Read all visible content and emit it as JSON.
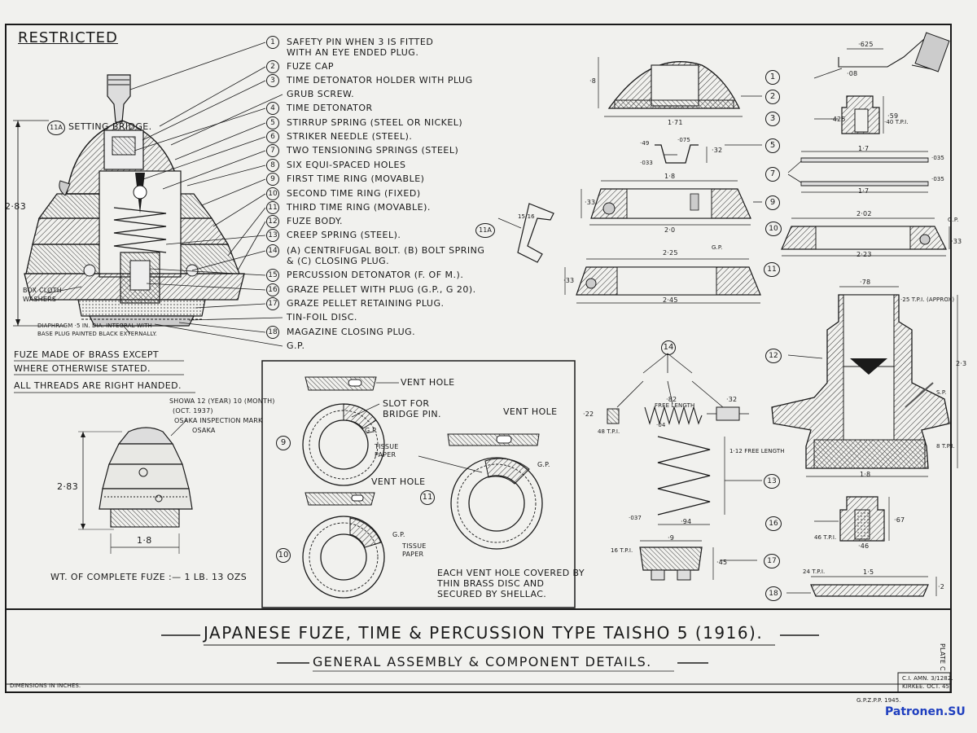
{
  "header": {
    "restricted": "RESTRICTED"
  },
  "legend": [
    {
      "num": "1",
      "label": "SAFETY PIN WHEN 3 IS FITTED",
      "label2": "WITH AN EYE ENDED PLUG."
    },
    {
      "num": "2",
      "label": "FUZE CAP"
    },
    {
      "num": "3",
      "label": "TIME DETONATOR HOLDER WITH PLUG"
    },
    {
      "num": "",
      "label": "GRUB SCREW."
    },
    {
      "num": "4",
      "label": "TIME DETONATOR"
    },
    {
      "num": "5",
      "label": "STIRRUP SPRING (STEEL OR NICKEL)"
    },
    {
      "num": "6",
      "label": "STRIKER NEEDLE (STEEL)."
    },
    {
      "num": "7",
      "label": "TWO TENSIONING SPRINGS (STEEL)"
    },
    {
      "num": "8",
      "label": "SIX EQUI-SPACED HOLES"
    },
    {
      "num": "9",
      "label": "FIRST TIME RING (MOVABLE)"
    },
    {
      "num": "10",
      "label": "SECOND TIME RING (FIXED)"
    },
    {
      "num": "11",
      "label": "THIRD TIME RING (MOVABLE)."
    },
    {
      "num": "12",
      "label": "FUZE BODY."
    },
    {
      "num": "13",
      "label": "CREEP SPRING (STEEL)."
    },
    {
      "num": "14",
      "label": "(A) CENTRIFUGAL BOLT. (B) BOLT SPRING",
      "label2": "& (C) CLOSING PLUG."
    },
    {
      "num": "15",
      "label": "PERCUSSION DETONATOR (F. OF M.)."
    },
    {
      "num": "16",
      "label": "GRAZE PELLET WITH PLUG (G.P., G 20)."
    },
    {
      "num": "17",
      "label": "GRAZE PELLET RETAINING PLUG."
    },
    {
      "num": "",
      "label": "TIN-FOIL DISC."
    },
    {
      "num": "18",
      "label": "MAGAZINE CLOSING PLUG."
    },
    {
      "num": "",
      "label": "G.P."
    }
  ],
  "notes": {
    "setting_bridge": "SETTING BRIDGE.",
    "setting_bridge_num": "11A",
    "box_cloth": "BOX CLOTH",
    "washers": "WASHERS",
    "diaphragm_1": "DIAPHRAGM ·5 IN. DIA. INTEGRAL WITH",
    "diaphragm_2": "BASE PLUG PAINTED BLACK EXTERNALLY.",
    "brass_1": "FUZE MADE OF BRASS EXCEPT",
    "brass_2": "WHERE OTHERWISE STATED.",
    "threads": "ALL THREADS ARE RIGHT HANDED.",
    "assembly_height": "2·83",
    "ext_height": "2·83",
    "ext_width": "1·8",
    "showa_1": "SHOWA 12 (YEAR) 10 (MONTH)",
    "showa_2": "(OCT. 1937)",
    "showa_3": "OSAKA INSPECTION MARK",
    "showa_4": "OSAKA",
    "weight": "WT. OF COMPLETE FUZE :— 1 LB. 13 OZS"
  },
  "rings_panel": {
    "vent_hole": "VENT HOLE",
    "slot_1": "SLOT FOR",
    "slot_2": "BRIDGE PIN.",
    "gp": "G.P.",
    "tissue_1": "TISSUE",
    "tissue_2": "PAPER",
    "n9": "9",
    "n10": "10",
    "n11": "11",
    "note_1": "EACH VENT HOLE COVERED BY",
    "note_2": "THIN BRASS DISC AND",
    "note_3": "SECURED BY SHELLAC."
  },
  "components": {
    "d_625": "·625",
    "d_08": "·08",
    "d_8": "·8",
    "d_171": "1·71",
    "d_40tpi": "·40 T.P.I.",
    "d_425": "·425",
    "d_59": "·59",
    "d_49": "·49",
    "d_075": "·075",
    "d_32": "·32",
    "d_033": "·033",
    "d_17a": "1·7",
    "d_17b": "1·7",
    "d_035a": "·035",
    "d_035b": "·035",
    "d_18a": "1·8",
    "d_33a": "·33",
    "d_20": "2·0",
    "d_1516": "15/16",
    "n11a": "11A",
    "d_202": "2·02",
    "d_223": "2·23",
    "d_gp1": "G.P.",
    "d_33b": "·33",
    "d_225": "2·25",
    "d_gp2": "G.P.",
    "d_33c": "·33",
    "d_245": "2·45",
    "d_78": "·78",
    "d_25tpi": "·25 T.P.I. (APPROX)",
    "d_23": "2·3",
    "d_sp": "S.P.",
    "d_8tpi": "8 T.P.I.",
    "d_18b": "1·8",
    "n14": "14",
    "d_22": "·22",
    "d_48tpi": "48 T.P.I.",
    "d_82": "·82",
    "d_freelen": "FREE LENGTH",
    "d_04": "·04",
    "d_32b": "·32",
    "d_112": "1·12 FREE LENGTH",
    "d_037": "·037",
    "d_94": "·94",
    "d_67": "·67",
    "d_46tpi": "46 T.P.I.",
    "d_46": "·46",
    "d_16tpi": "16 T.P.I.",
    "d_9": "·9",
    "d_45": "·45",
    "d_24tpi": "24 T.P.I.",
    "d_15": "1·5",
    "d_2": "·2"
  },
  "callouts": [
    "1",
    "2",
    "3",
    "5",
    "7",
    "9",
    "10",
    "11",
    "12",
    "13",
    "16",
    "17",
    "18"
  ],
  "title": {
    "main": "JAPANESE FUZE, TIME & PERCUSSION TYPE TAISHO 5 (1916).",
    "sub": "GENERAL ASSEMBLY & COMPONENT DETAILS."
  },
  "footer": {
    "dimensions": "DIMENSIONS IN INCHES.",
    "ref_1": "C.I. AMN. 3/1282.",
    "ref_2": "KIRKEE. OCT. 45.",
    "printer": "G.P.Z.P.P. 1945.",
    "plate": "PLATE C",
    "brand": "Patronen.SU"
  }
}
